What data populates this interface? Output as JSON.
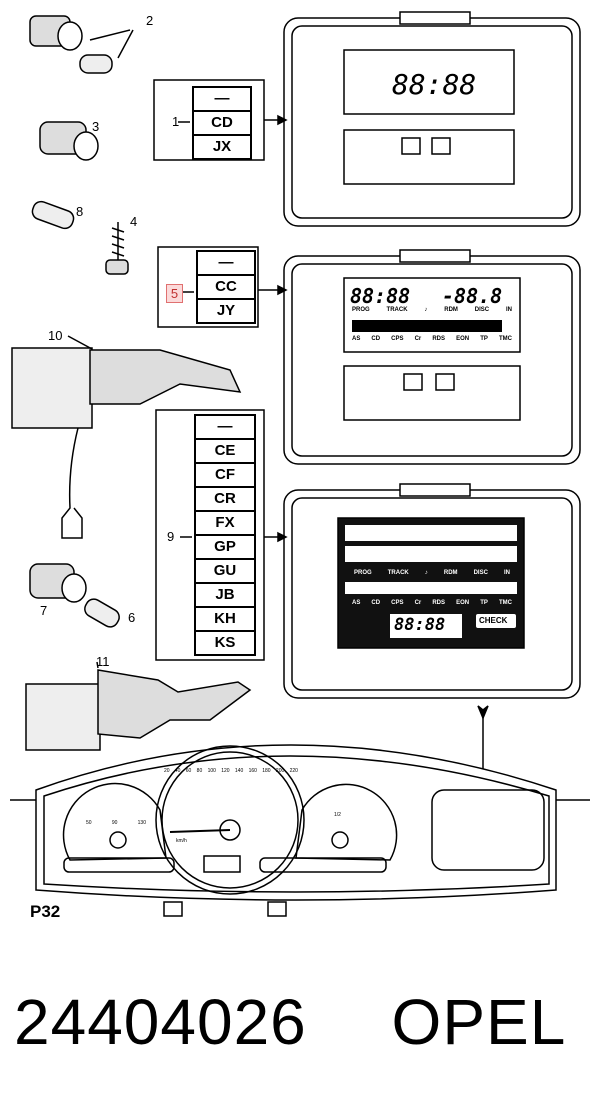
{
  "callouts": {
    "c1": "1",
    "c2": "2",
    "c3": "3",
    "c4": "4",
    "c5": "5",
    "c6": "6",
    "c7": "7",
    "c8": "8",
    "c9": "9",
    "c10": "10",
    "c11": "11"
  },
  "group1": [
    "—",
    "CD",
    "JX"
  ],
  "group5": [
    "—",
    "CC",
    "JY"
  ],
  "group9": [
    "—",
    "CE",
    "CF",
    "CR",
    "FX",
    "GP",
    "GU",
    "JB",
    "KH",
    "KS"
  ],
  "display1": {
    "clock": "88:88"
  },
  "display2": {
    "clock": "88:88",
    "freq": "-88.8",
    "row1": [
      "PROG",
      "TRACK",
      "♪",
      "RDM",
      "DISC",
      "IN"
    ],
    "row2": [
      "AS",
      "CD",
      "CPS",
      "Cr",
      "RDS",
      "EON",
      "TP",
      "TMC"
    ]
  },
  "display3": {
    "row1": [
      "PROG",
      "TRACK",
      "♪",
      "RDM",
      "DISC",
      "IN"
    ],
    "row2": [
      "AS",
      "CD",
      "CPS",
      "Cr",
      "RDS",
      "EON",
      "TP",
      "TMC"
    ],
    "check": "CHECK",
    "clock": "88:88"
  },
  "cluster": {
    "speed_ticks": [
      "20",
      "40",
      "60",
      "80",
      "100",
      "120",
      "140",
      "160",
      "180",
      "200",
      "220"
    ],
    "unit": "km/h",
    "temp_ticks": [
      "50",
      "90",
      "130"
    ],
    "fuel_ticks": [
      "1/2"
    ]
  },
  "page_label": "P32",
  "part_number": "24404026",
  "brand": "OPEL"
}
